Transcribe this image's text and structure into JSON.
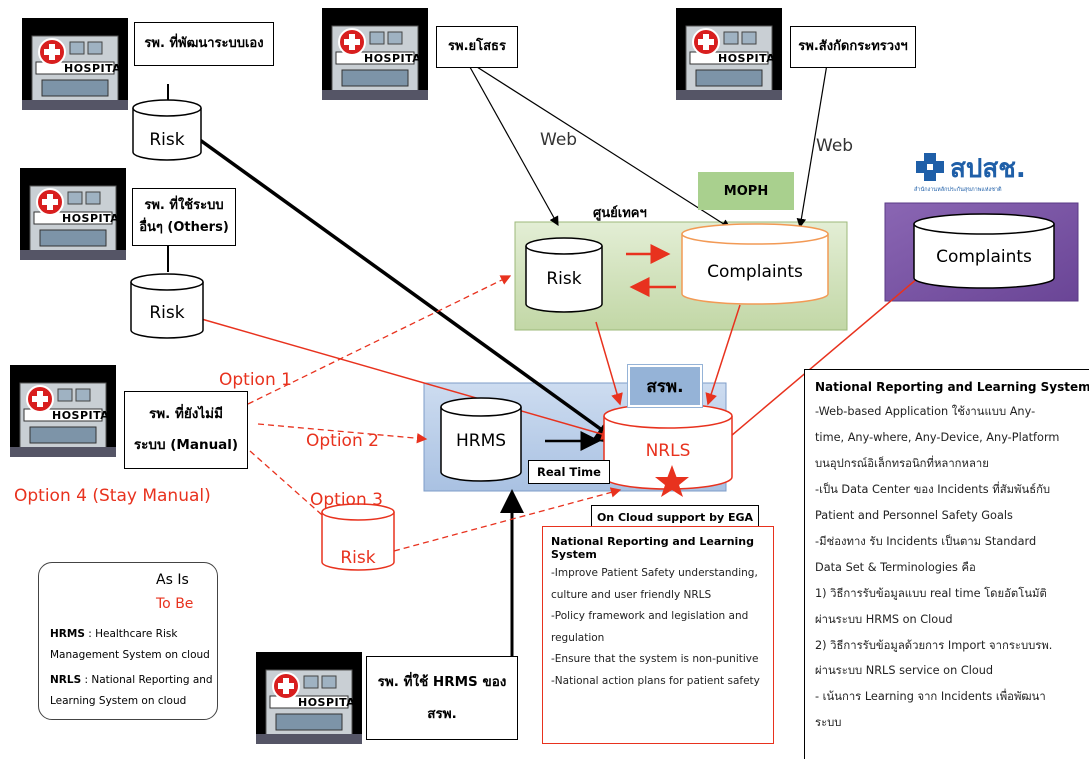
{
  "hospitals": {
    "self_dev": "รพ. ที่พัฒนาระบบเอง",
    "yasothon": "รพ.ยโสธร",
    "ministry": "รพ.สังกัดกระทรวงฯ",
    "others_line1": "รพ. ที่ใช้ระบบ",
    "others_line2": "อื่นๆ (Others)",
    "manual_line1": "รพ. ที่ยังไม่มี",
    "manual_line2": "ระบบ (Manual)",
    "hrms_user_line1": "รพ. ที่ใช้ HRMS ของ",
    "hrms_user_line2": "สรพ.",
    "sign_text": "HOSPITAL"
  },
  "databases": {
    "risk": "Risk",
    "complaints": "Complaints",
    "hrms": "HRMS",
    "nrls": "NRLS"
  },
  "labels": {
    "web": "Web",
    "moph": "MOPH",
    "center": "ศูนย์เทคฯ",
    "nhso_logo": "สปสช.",
    "nhso_sub": "สำนักงานหลักประกันสุขภาพแห่งชาติ",
    "ha": "สรพ.",
    "realtime": "Real Time",
    "cloud": "On Cloud support by EGA"
  },
  "options": {
    "opt1": "Option 1",
    "opt2": "Option 2",
    "opt3": "Option 3",
    "opt4": "Option 4 (Stay Manual)"
  },
  "legend": {
    "as_is": "As Is",
    "to_be": "To Be",
    "hrms_def_title": "HRMS",
    "hrms_def_line1": " : Healthcare Risk",
    "hrms_def_line2": "Management System on cloud",
    "nrls_def_title": "NRLS",
    "nrls_def_line1": " : National Reporting and",
    "nrls_def_line2": "Learning System on cloud"
  },
  "center_box": {
    "title": "National Reporting and Learning System",
    "lines": [
      "-Improve Patient Safety understanding,",
      "culture and user friendly NRLS",
      "-Policy framework and legislation and",
      "regulation",
      "-Ensure that the system is non-punitive",
      "-National action plans for patient safety"
    ]
  },
  "right_box": {
    "title": "National Reporting and Learning System",
    "lines": [
      "-Web-based Application ใช้งานแบบ Any-",
      "time, Any-where, Any-Device, Any-Platform",
      "บนอุปกรณ์อิเล็กทรอนิกที่หลากหลาย",
      "-เป็น Data Center ของ Incidents ที่สัมพันธ์กับ",
      "Patient and Personnel Safety Goals",
      "-มีช่องทาง รับ Incidents เป็นตาม Standard",
      "Data Set & Terminologies คือ",
      "1) วิธีการรับข้อมูลแบบ real time โดยอัตโนมัติ",
      "ผ่านระบบ HRMS on Cloud",
      "2) วิธีการรับข้อมูลด้วยการ Import จากระบบรพ.",
      "ผ่านระบบ NRLS service on Cloud",
      "- เน้นการ Learning จาก Incidents เพื่อพัฒนา",
      "ระบบ"
    ]
  },
  "colors": {
    "red": "#e8321e",
    "green_box": "#cfe0b8",
    "moph_green": "#a9d08e",
    "purple": "#7b52a6",
    "blue_box": "#b9cde8",
    "ha_blue": "#95b3d7"
  }
}
